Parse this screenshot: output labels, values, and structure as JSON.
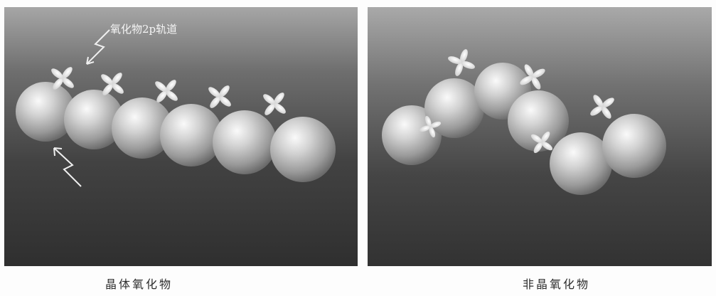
{
  "left_panel": {
    "caption": "晶体氧化物",
    "label": "氧化物2p轨道"
  },
  "right_panel": {
    "caption": "非晶氧化物"
  }
}
